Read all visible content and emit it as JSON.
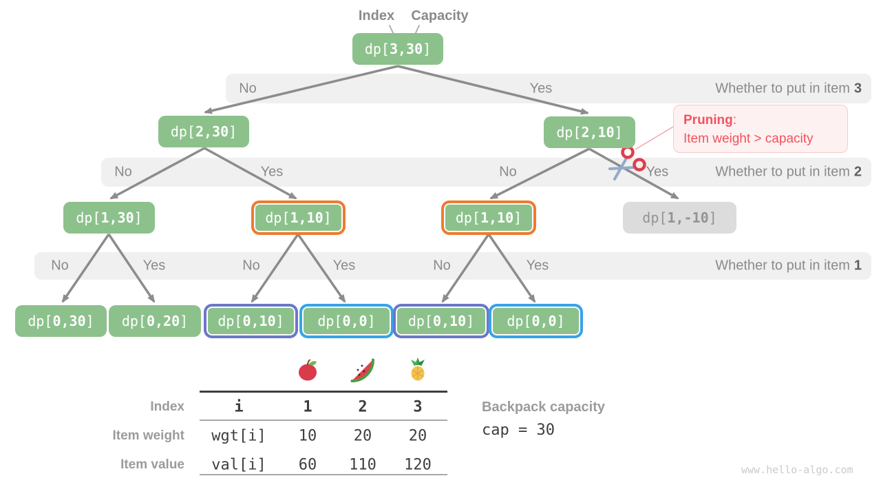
{
  "pointer_labels": {
    "index": "Index",
    "capacity": "Capacity"
  },
  "nodes": [
    {
      "pre": "dp[",
      "num": "3,30",
      "post": "]"
    },
    {
      "pre": "dp[",
      "num": "2,30",
      "post": "]"
    },
    {
      "pre": "dp[",
      "num": "2,10",
      "post": "]"
    },
    {
      "pre": "dp[",
      "num": "1,30",
      "post": "]"
    },
    {
      "pre": "dp[",
      "num": "1,10",
      "post": "]"
    },
    {
      "pre": "dp[",
      "num": "1,10",
      "post": "]"
    },
    {
      "pre": "dp[",
      "num": "1,-10",
      "post": "]"
    },
    {
      "pre": "dp[",
      "num": "0,30",
      "post": "]"
    },
    {
      "pre": "dp[",
      "num": "0,20",
      "post": "]"
    },
    {
      "pre": "dp[",
      "num": "0,10",
      "post": "]"
    },
    {
      "pre": "dp[",
      "num": "0,0",
      "post": "]"
    },
    {
      "pre": "dp[",
      "num": "0,10",
      "post": "]"
    },
    {
      "pre": "dp[",
      "num": "0,0",
      "post": "]"
    }
  ],
  "bands": [
    {
      "labels": [
        "No",
        "Yes"
      ],
      "question": "Whether to put in item",
      "item": "3"
    },
    {
      "labels": [
        "No",
        "Yes",
        "No",
        "Yes"
      ],
      "question": "Whether to put in item",
      "item": "2"
    },
    {
      "labels": [
        "No",
        "Yes",
        "No",
        "Yes",
        "No",
        "Yes"
      ],
      "question": "Whether to put in item",
      "item": "1"
    }
  ],
  "pruning": {
    "title": "Pruning",
    "separator": ":",
    "detail": "Item weight > capacity"
  },
  "table": {
    "fruits": [
      "apple-icon",
      "watermelon-icon",
      "pineapple-icon"
    ],
    "row_labels": [
      "Index",
      "Item weight",
      "Item value"
    ],
    "header": [
      "i",
      "1",
      "2",
      "3"
    ],
    "rows": [
      [
        "wgt[i]",
        "10",
        "20",
        "20"
      ],
      [
        "val[i]",
        "60",
        "110",
        "120"
      ]
    ]
  },
  "capacity": {
    "label": "Backpack capacity",
    "code": "cap = 30"
  },
  "watermark": "www.hello-algo.com",
  "colors": {
    "node_green": "#8CC18C",
    "node_gray_bg": "#DCDCDC",
    "node_gray_text": "#939393",
    "band_bg": "#F0F0F0",
    "orange": "#EE7B31",
    "purple": "#6B77C9",
    "blue": "#38A3E8",
    "red": "#F2525F",
    "pink_bg": "#FEF1F1",
    "pink_border": "#F7C9C9",
    "arrow": "#8C8C8C",
    "label_gray": "#8A8A8A",
    "dark_gray": "#5F5F5F",
    "table_dark": "#3E3E3E",
    "rowlab_gray": "#9B9B9B",
    "watermark": "#CBCBCB"
  }
}
